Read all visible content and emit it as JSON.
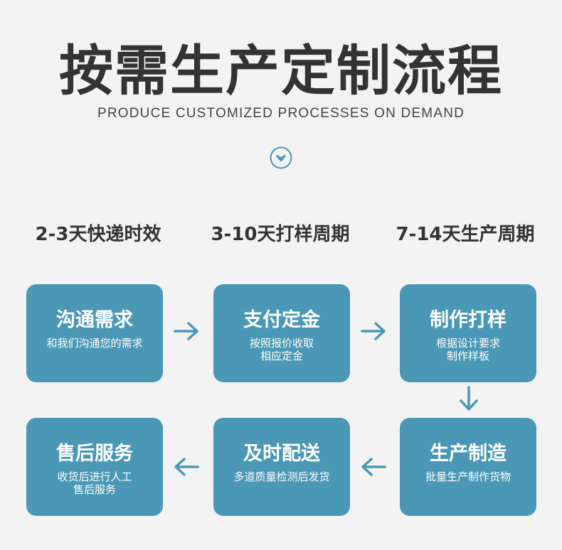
{
  "header": {
    "title": "按需生产定制流程",
    "subtitle": "PRODUCE CUSTOMIZED PROCESSES ON DEMAND"
  },
  "periods": [
    "2-3天快递时效",
    "3-10天打样周期",
    "7-14天生产周期"
  ],
  "steps": [
    {
      "title": "沟通需求",
      "desc": "和我们沟通您的需求"
    },
    {
      "title": "支付定金",
      "desc": "按照报价收取\n相应定金"
    },
    {
      "title": "制作打样",
      "desc": "根据设计要求\n制作样板"
    },
    {
      "title": "生产制造",
      "desc": "批量生产制作货物"
    },
    {
      "title": "及时配送",
      "desc": "多道质量检测后发货"
    },
    {
      "title": "售后服务",
      "desc": "收货后进行人工\n售后服务"
    }
  ],
  "icons": {
    "badge": "chevron-down-circle-icon",
    "flow": "arrow-icon"
  },
  "colors": {
    "card": "#4a98b6",
    "arrow": "#4a98b6",
    "title": "#333333",
    "background": "#f3f3f3"
  }
}
